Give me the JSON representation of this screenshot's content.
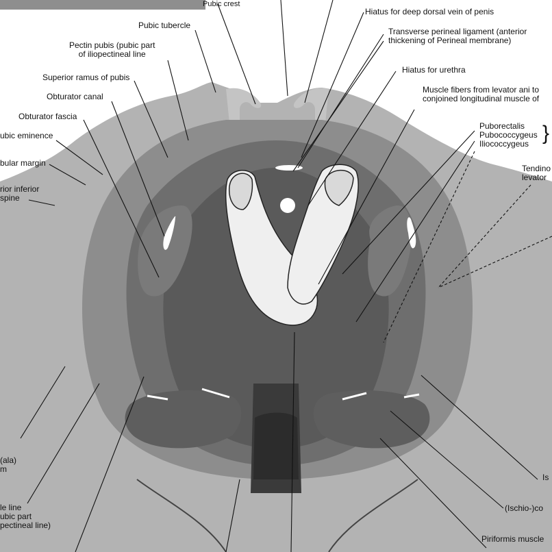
{
  "labels": {
    "pubic_crest": "Pubic crest",
    "hiatus_dorsal_vein": "Hiatus for deep dorsal vein of penis",
    "transverse_perineal_1": "Transverse perineal ligament (anterior",
    "transverse_perineal_2": "thickening of Perineal membrane)",
    "pubic_tubercle": "Pubic tubercle",
    "pectin_pubis_1": "Pectin pubis (pubic part",
    "pectin_pubis_2": "of iliopectineal line",
    "hiatus_urethra": "Hiatus for urethra",
    "superior_ramus": "Superior ramus of pubis",
    "muscle_fibers_1": "Muscle fibers from levator ani to",
    "muscle_fibers_2": "conjoined longitudinal muscle of",
    "obturator_canal": "Obturator canal",
    "obturator_fascia": "Obturator fascia",
    "puborectalis": "Puborectalis",
    "pubococcygeus": "Pubococcygeus",
    "iliococcygeus": "Iliococcygeus",
    "pubic_eminence": "ubic eminence",
    "acetabular_margin": "bular margin",
    "tendinous_1": "Tendino",
    "tendinous_2": "levator",
    "anterior_inferior_1": "rior inferior",
    "anterior_inferior_2": "spine",
    "ala_1": "(ala)",
    "ala_2": "m",
    "iliopectineal_1": "le line",
    "iliopectineal_2": "ubic part",
    "iliopectineal_3": "pectineal line)",
    "ischial": "Is",
    "ischiococcygeus": "(Ischio-)co",
    "piriformis": "Piriformis muscle"
  },
  "colors": {
    "background": "#ffffff",
    "bone": "#aeaeae",
    "outer_muscle": "#8a8a8a",
    "levator": "#6b6b6b",
    "deep": "#4b4b4b",
    "darkest": "#2e2e2e",
    "finger": "#efefef",
    "line": "#111111"
  }
}
